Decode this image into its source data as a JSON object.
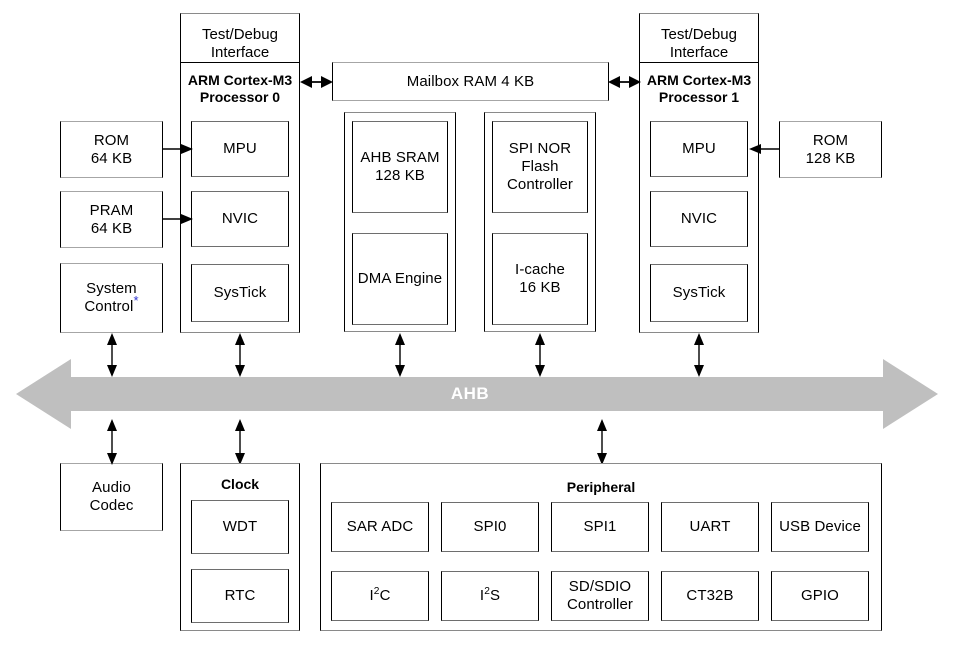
{
  "diagram": {
    "bus": {
      "label": "AHB",
      "color": "#bfbfbf"
    },
    "left_column": [
      {
        "name": "rom0",
        "label": "ROM\n64 KB"
      },
      {
        "name": "pram0",
        "label": "PRAM\n64 KB"
      },
      {
        "name": "system-control",
        "label": "System\nControl",
        "note": "*"
      },
      {
        "name": "audio-codec",
        "label": "Audio\nCodec"
      }
    ],
    "cpu0": {
      "debug_label": "Test/Debug\nInterface",
      "title": "ARM Cortex-M3\nProcessor 0",
      "blocks": [
        {
          "label": "MPU"
        },
        {
          "label": "NVIC"
        },
        {
          "label": "SysTick"
        }
      ]
    },
    "cpu1": {
      "debug_label": "Test/Debug\nInterface",
      "title": "ARM Cortex-M3\nProcessor 1",
      "blocks": [
        {
          "label": "MPU"
        },
        {
          "label": "NVIC"
        },
        {
          "label": "SysTick"
        }
      ]
    },
    "mailbox": {
      "label": "Mailbox RAM 4 KB"
    },
    "right_column": [
      {
        "name": "rom1",
        "label": "ROM\n128 KB"
      }
    ],
    "memory_group": [
      {
        "label": "AHB SRAM\n128 KB"
      },
      {
        "label": "DMA Engine"
      }
    ],
    "flash_group": [
      {
        "label": "SPI NOR\nFlash\nController"
      },
      {
        "label": "I-cache\n16 KB"
      }
    ],
    "clock": {
      "title": "Clock",
      "blocks": [
        {
          "label": "WDT"
        },
        {
          "label": "RTC"
        }
      ]
    },
    "peripheral": {
      "title": "Peripheral",
      "row1": [
        {
          "label": "SAR ADC"
        },
        {
          "label": "SPI0"
        },
        {
          "label": "SPI1"
        },
        {
          "label": "UART"
        },
        {
          "label": "USB Device"
        }
      ],
      "row2": [
        {
          "label": "I",
          "sup": "2",
          "tail": "C",
          "html": true
        },
        {
          "label": "I",
          "sup": "2",
          "tail": "S",
          "html": true
        },
        {
          "label": "SD/SDIO\nController"
        },
        {
          "label": "CT32B"
        },
        {
          "label": "GPIO"
        }
      ]
    }
  }
}
